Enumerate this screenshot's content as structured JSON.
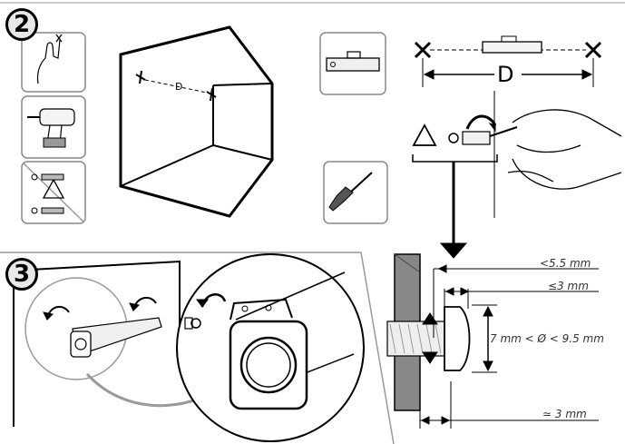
{
  "step2": {
    "number": "2",
    "distance_label": "D",
    "wall_distance_label": "D"
  },
  "step3": {
    "number": "3"
  },
  "dimensions": {
    "max_head_gap": "<5.5 mm",
    "max_head_thickness": "≤3 mm",
    "head_diameter": "7 mm < Ø < 9.5 mm",
    "shaft_protrusion": "≃ 3 mm"
  },
  "icons": [
    "mark-wall-icon",
    "drill-icon",
    "no-plugs-icon",
    "level-icon",
    "screwdriver-icon",
    "warning-icon"
  ],
  "colors": {
    "line": "#000000",
    "badge_fill": "#e8e8e8",
    "panel_border": "#9a9a9a"
  }
}
